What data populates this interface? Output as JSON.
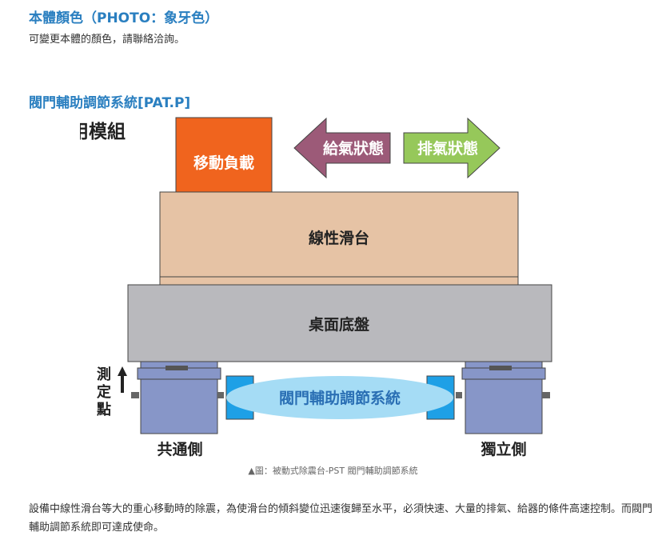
{
  "section1": {
    "title": "本體顏色（PHOTO：象牙色）",
    "desc": "可變更本體的顏色，請聯絡洽詢。"
  },
  "section2": {
    "title": "閥門輔助調節系統[PAT.P]"
  },
  "diagram": {
    "module_label": "測定用模組",
    "moving_load": "移動負載",
    "supply_state": "給氣狀態",
    "exhaust_state": "排氣狀態",
    "linear_slide": "線性滑台",
    "table_base": "桌面底盤",
    "valve_system": "閥門輔助調節系統",
    "measure_point_1": "測",
    "measure_point_2": "定",
    "measure_point_3": "點",
    "common_side": "共通側",
    "independent_side": "獨立側",
    "colors": {
      "moving_load": "#f0641e",
      "supply_arrow": "#9c5a78",
      "exhaust_arrow": "#96c85a",
      "slide": "#e6c3a5",
      "base": "#b9b9bd",
      "legs": "#8796c8",
      "valve_oval": "#a5dcf5",
      "valve_block": "#1ea0e6",
      "valve_text": "#2a6fb4"
    }
  },
  "caption": "▲圖：被動式除震台-PST 閥門輔助調節系統",
  "body": "設備中線性滑台等大的重心移動時的除震，為使滑台的傾斜變位迅速復歸至水平，必須快速、大量的排氣、給器的條件高速控制。而閥門輔助調節系統即可達成使命。"
}
